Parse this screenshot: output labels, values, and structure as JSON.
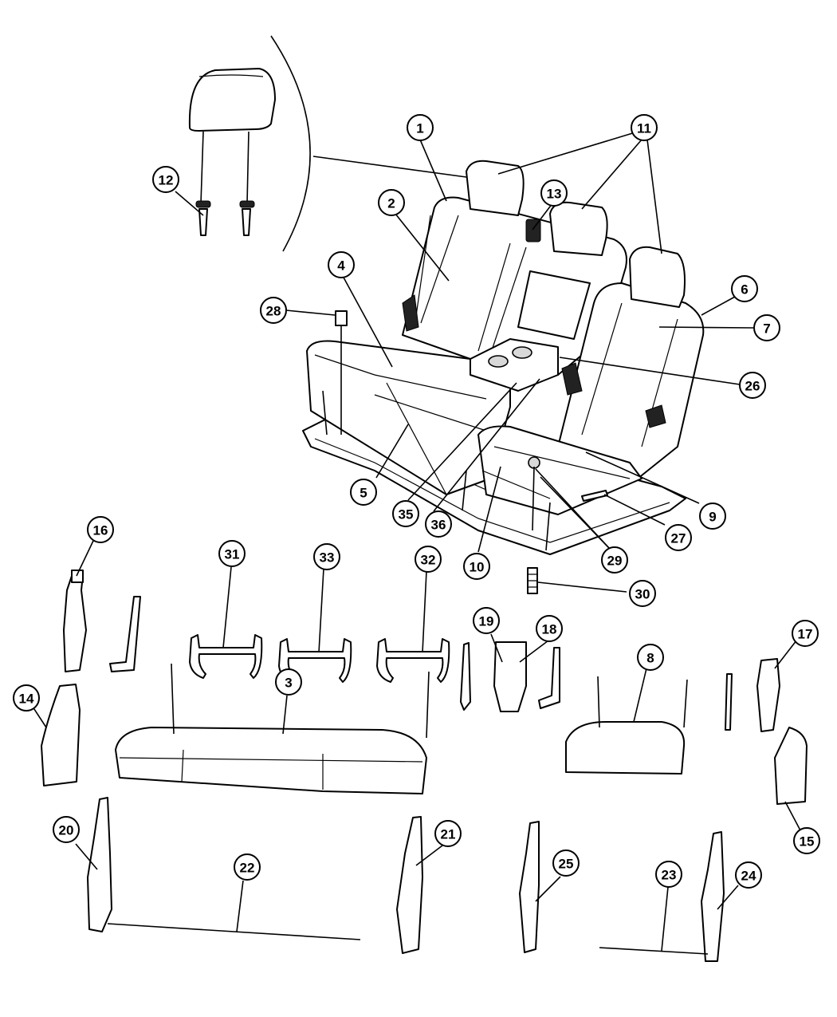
{
  "callouts": [
    {
      "label": "1"
    },
    {
      "label": "2"
    },
    {
      "label": "3"
    },
    {
      "label": "4"
    },
    {
      "label": "5"
    },
    {
      "label": "6"
    },
    {
      "label": "7"
    },
    {
      "label": "8"
    },
    {
      "label": "9"
    },
    {
      "label": "10"
    },
    {
      "label": "11"
    },
    {
      "label": "12"
    },
    {
      "label": "13"
    },
    {
      "label": "14"
    },
    {
      "label": "15"
    },
    {
      "label": "16"
    },
    {
      "label": "17"
    },
    {
      "label": "18"
    },
    {
      "label": "19"
    },
    {
      "label": "20"
    },
    {
      "label": "21"
    },
    {
      "label": "22"
    },
    {
      "label": "23"
    },
    {
      "label": "24"
    },
    {
      "label": "25"
    },
    {
      "label": "26"
    },
    {
      "label": "27"
    },
    {
      "label": "28"
    },
    {
      "label": "29"
    },
    {
      "label": "30"
    },
    {
      "label": "31"
    },
    {
      "label": "32"
    },
    {
      "label": "33"
    },
    {
      "label": "35"
    },
    {
      "label": "36"
    }
  ]
}
